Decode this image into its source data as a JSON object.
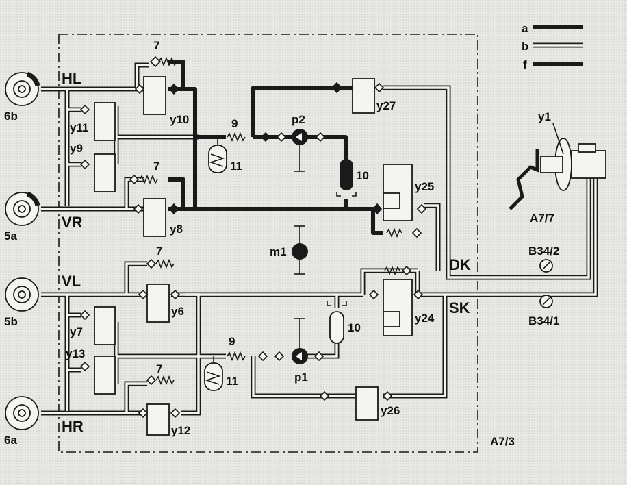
{
  "legend": [
    {
      "key": "a",
      "style": "solid"
    },
    {
      "key": "b",
      "style": "double"
    },
    {
      "key": "f",
      "style": "solid"
    }
  ],
  "module_label": "A7/3",
  "brake_labels": {
    "6b": "6b",
    "5a": "5a",
    "5b": "5b",
    "6a": "6a"
  },
  "line_labels": {
    "HL": "HL",
    "VR": "VR",
    "VL": "VL",
    "HR": "HR",
    "DK": "DK",
    "SK": "SK"
  },
  "valves": [
    "y10",
    "y11",
    "y9",
    "y8",
    "y27",
    "y25",
    "y6",
    "y7",
    "y13",
    "y12",
    "y24",
    "y26"
  ],
  "components": {
    "c7a": "7",
    "c7b": "7",
    "c7c": "7",
    "c7d": "7",
    "c9a": "9",
    "c9b": "9",
    "c11a": "11",
    "c11b": "11",
    "c10a": "10",
    "c10b": "10",
    "p2": "p2",
    "p1": "p1",
    "m1": "m1"
  },
  "master_cylinder": {
    "y1": "y1",
    "A7_7": "A7/7"
  },
  "sensors": {
    "B34_2": "B34/2",
    "B34_1": "B34/1"
  },
  "colors": {
    "ink": "#1a1a1a",
    "paper": "#e6e6e2",
    "pipe_inner": "#f4f4f0"
  }
}
